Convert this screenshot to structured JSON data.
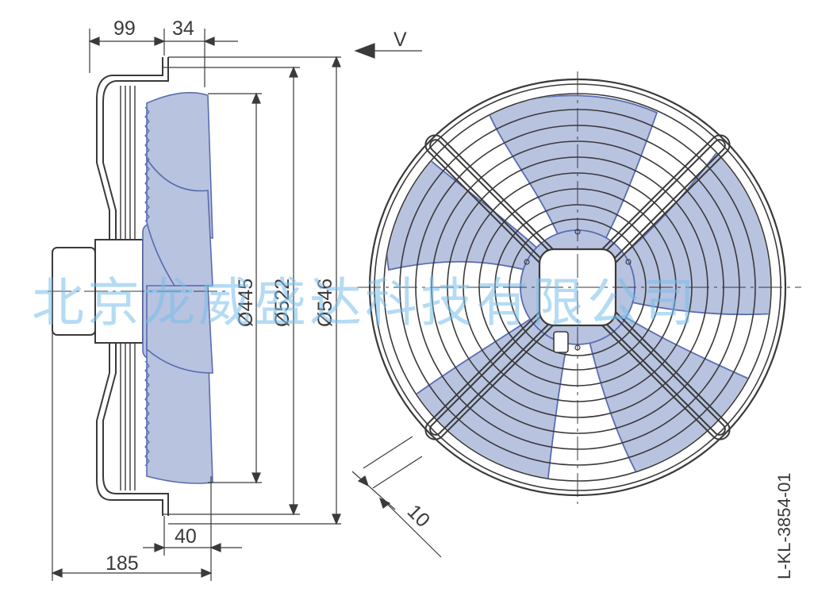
{
  "dimensions": {
    "d99": "99",
    "d34": "34",
    "view": "V",
    "d445": "Ø445",
    "d522": "Ø522",
    "d546": "Ø546",
    "d10": "10",
    "d40": "40",
    "d185": "185"
  },
  "drawing_code": "L-KL-3854-01",
  "watermark": "北京龙威盛达科技有限公司",
  "colors": {
    "blade_fill": "#b8c3e0",
    "blade_stroke": "#5a6cb0",
    "line": "#3a3a3a",
    "watermark": "#78bee8"
  }
}
